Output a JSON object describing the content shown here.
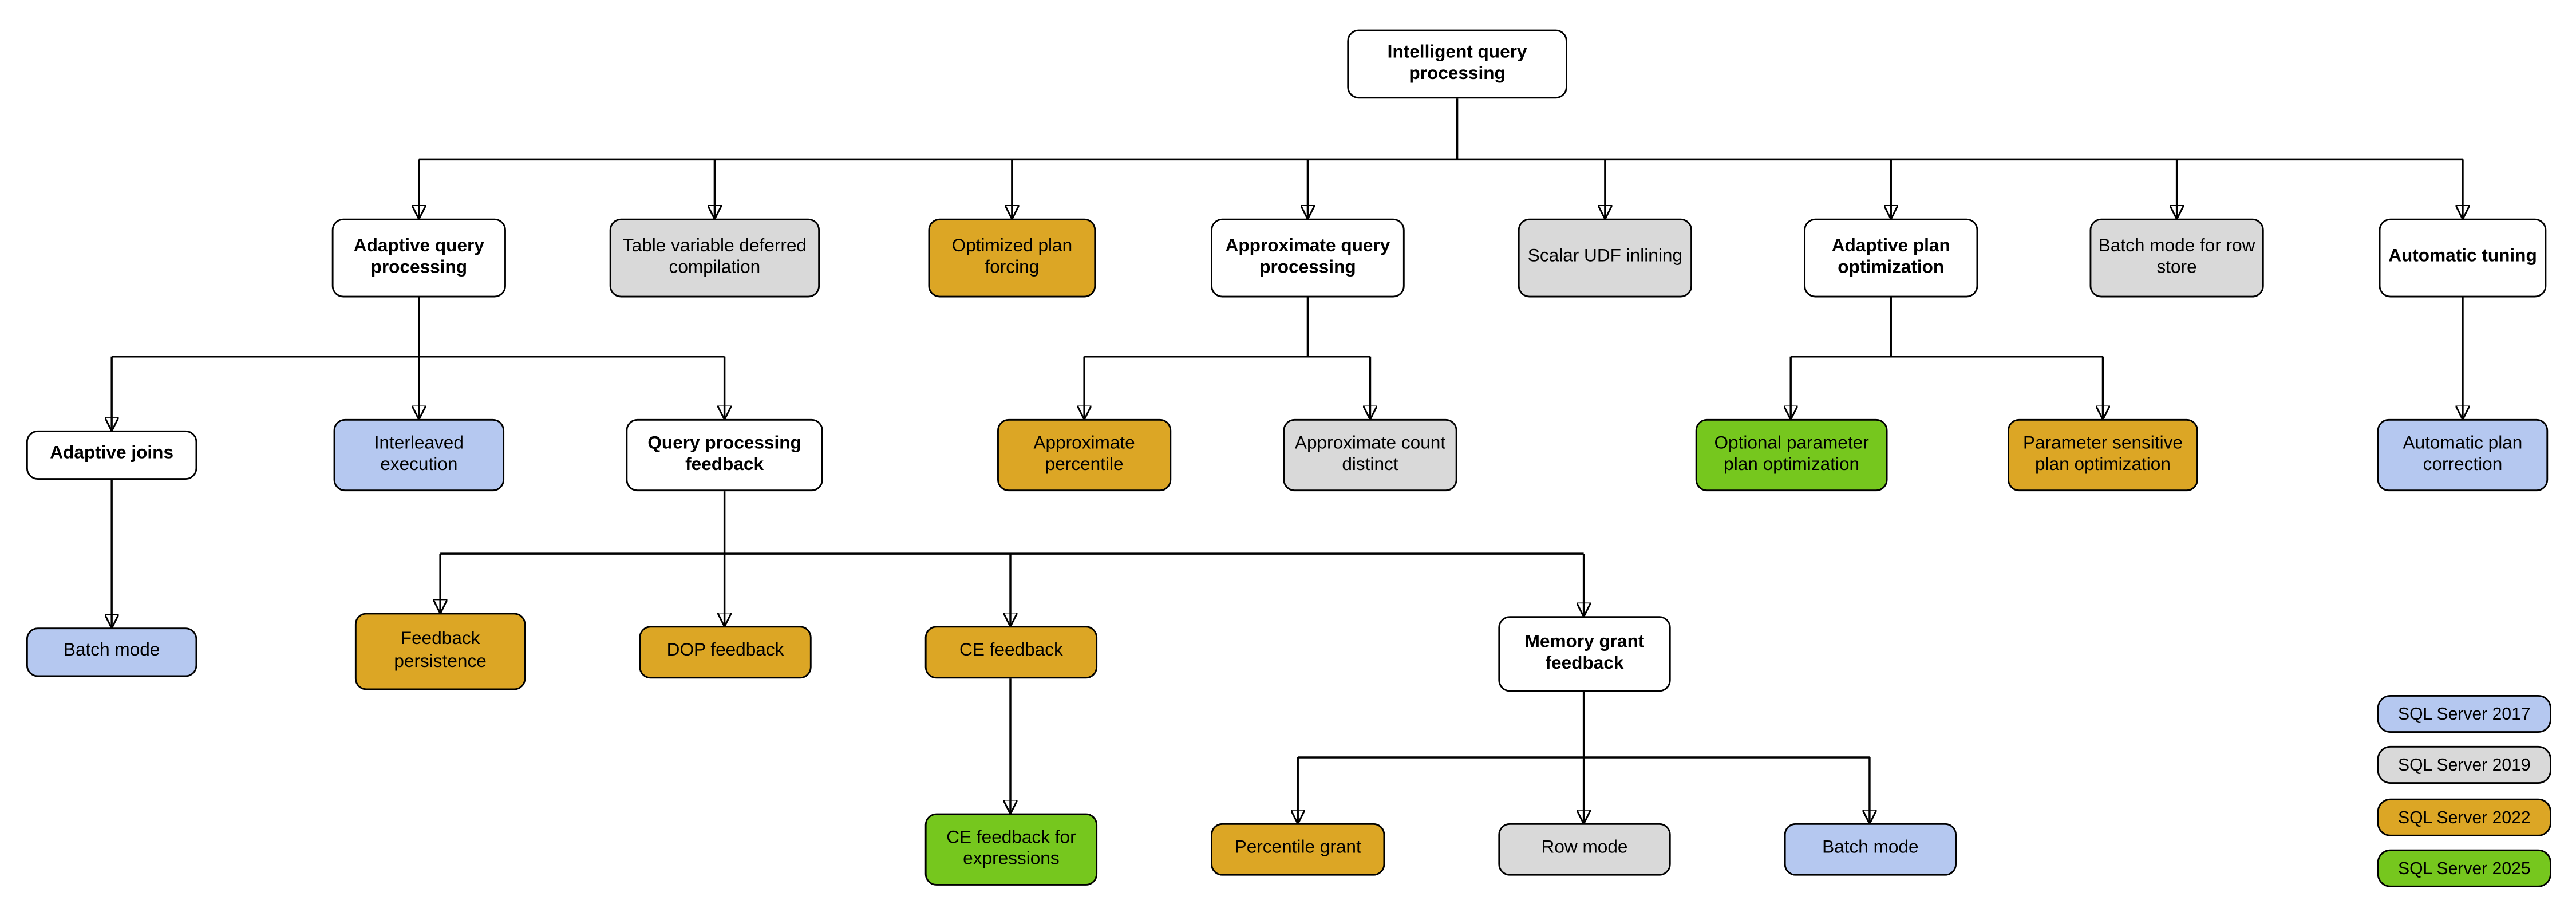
{
  "diagram_title": "Intelligent query processing",
  "colors": {
    "v2017": "#b5c8f0",
    "v2019": "#d9d9d9",
    "v2022": "#dca625",
    "v2025": "#76c71e",
    "plain": "#ffffff",
    "line": "#000000"
  },
  "nodes": {
    "root": {
      "label": "Intelligent query processing",
      "version": "plain"
    },
    "adaptive_qp": {
      "label": "Adaptive query processing",
      "version": "plain"
    },
    "table_variable": {
      "label": "Table variable deferred compilation",
      "version": "v2019"
    },
    "optimized_plan_forcing": {
      "label": "Optimized plan forcing",
      "version": "v2022"
    },
    "approx_qp": {
      "label": "Approximate query processing",
      "version": "plain"
    },
    "scalar_udf": {
      "label": "Scalar UDF inlining",
      "version": "v2019"
    },
    "adaptive_plan_opt": {
      "label": "Adaptive plan optimization",
      "version": "plain"
    },
    "batch_mode_row_store": {
      "label": "Batch mode for row store",
      "version": "v2019"
    },
    "automatic_tuning": {
      "label": "Automatic tuning",
      "version": "plain"
    },
    "adaptive_joins": {
      "label": "Adaptive joins",
      "version": "plain"
    },
    "interleaved_execution": {
      "label": "Interleaved execution",
      "version": "v2017"
    },
    "qp_feedback": {
      "label": "Query processing feedback",
      "version": "plain"
    },
    "approx_percentile": {
      "label": "Approximate percentile",
      "version": "v2022"
    },
    "approx_count_distinct": {
      "label": "Approximate count distinct",
      "version": "v2019"
    },
    "optional_param_plan_opt": {
      "label": "Optional parameter plan optimization",
      "version": "v2025"
    },
    "param_sensitive_plan_opt": {
      "label": "Parameter sensitive plan optimization",
      "version": "v2022"
    },
    "automatic_plan_correction": {
      "label": "Automatic plan correction",
      "version": "v2017"
    },
    "batch_mode_adaptive_joins": {
      "label": "Batch mode",
      "version": "v2017"
    },
    "feedback_persistence": {
      "label": "Feedback persistence",
      "version": "v2022"
    },
    "dop_feedback": {
      "label": "DOP feedback",
      "version": "v2022"
    },
    "ce_feedback": {
      "label": "CE feedback",
      "version": "v2022"
    },
    "memory_grant_feedback": {
      "label": "Memory grant feedback",
      "version": "plain"
    },
    "ce_feedback_expressions": {
      "label": "CE feedback for expressions",
      "version": "v2025"
    },
    "percentile_grant": {
      "label": "Percentile grant",
      "version": "v2022"
    },
    "row_mode": {
      "label": "Row mode",
      "version": "v2019"
    },
    "batch_mode_memory_grant": {
      "label": "Batch mode",
      "version": "v2017"
    }
  },
  "hierarchy": {
    "root": [
      "adaptive_qp",
      "table_variable",
      "optimized_plan_forcing",
      "approx_qp",
      "scalar_udf",
      "adaptive_plan_opt",
      "batch_mode_row_store",
      "automatic_tuning"
    ],
    "adaptive_qp": [
      "adaptive_joins",
      "interleaved_execution",
      "qp_feedback"
    ],
    "approx_qp": [
      "approx_percentile",
      "approx_count_distinct"
    ],
    "adaptive_plan_opt": [
      "optional_param_plan_opt",
      "param_sensitive_plan_opt"
    ],
    "automatic_tuning": [
      "automatic_plan_correction"
    ],
    "adaptive_joins": [
      "batch_mode_adaptive_joins"
    ],
    "qp_feedback": [
      "feedback_persistence",
      "dop_feedback",
      "ce_feedback",
      "memory_grant_feedback"
    ],
    "ce_feedback": [
      "ce_feedback_expressions"
    ],
    "memory_grant_feedback": [
      "percentile_grant",
      "row_mode",
      "batch_mode_memory_grant"
    ]
  },
  "legend": {
    "items": [
      {
        "label": "SQL Server 2017",
        "version": "v2017"
      },
      {
        "label": "SQL Server 2019",
        "version": "v2019"
      },
      {
        "label": "SQL Server 2022",
        "version": "v2022"
      },
      {
        "label": "SQL Server 2025",
        "version": "v2025"
      }
    ]
  }
}
